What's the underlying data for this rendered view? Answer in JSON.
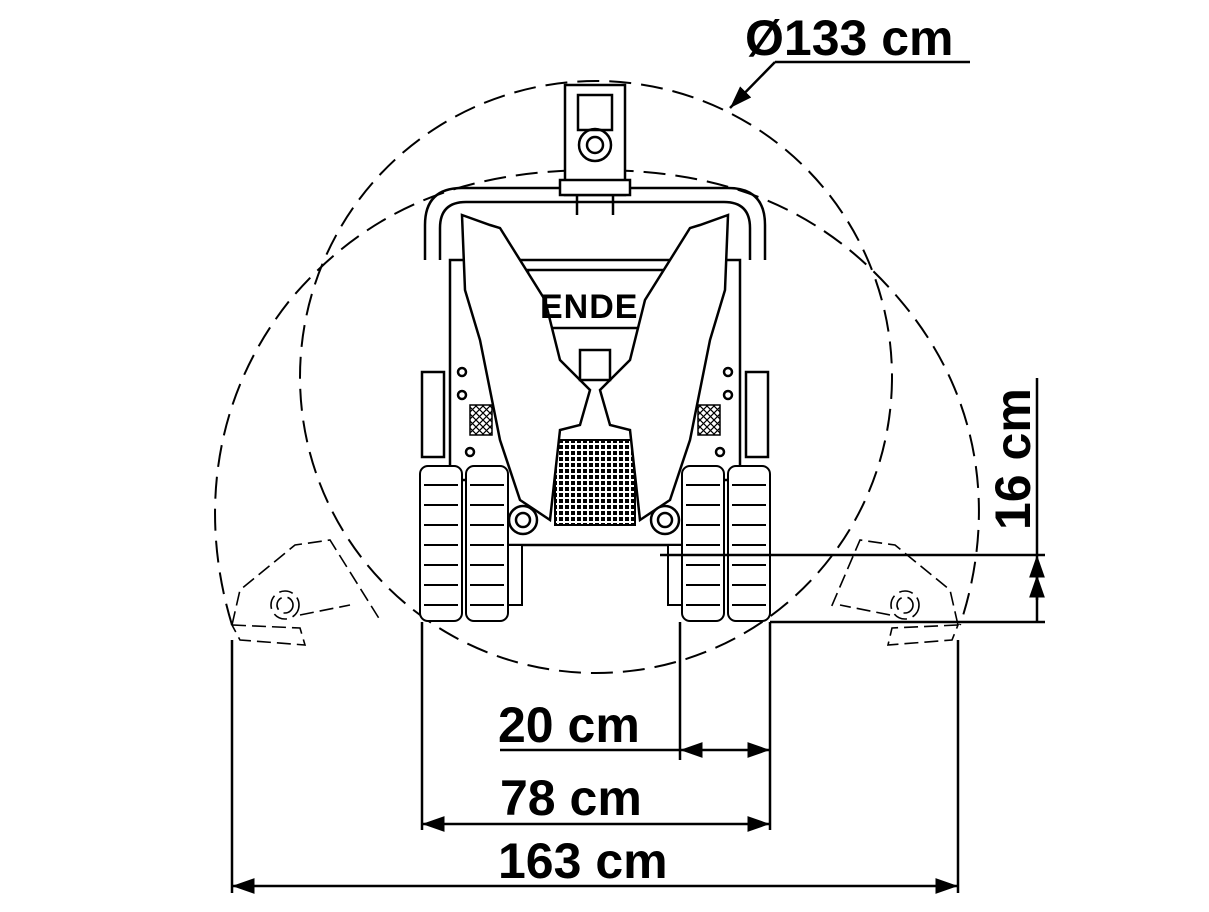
{
  "diagram": {
    "brand_text": "ENDE",
    "dimensions": {
      "swing_diameter": "Ø133 cm",
      "ground_clearance": "16 cm",
      "track_width": "20 cm",
      "undercarriage_width": "78 cm",
      "blade_width": "163 cm"
    }
  }
}
